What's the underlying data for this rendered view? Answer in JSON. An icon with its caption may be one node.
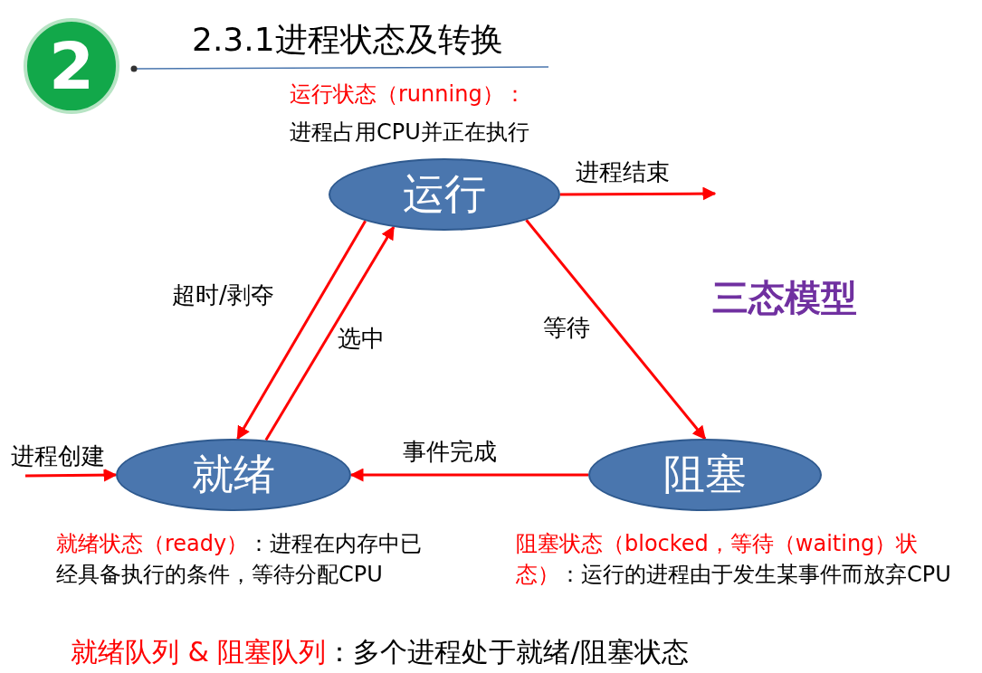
{
  "diagram": {
    "title": "2.3.1进程状态及转换",
    "nodes": [
      {
        "text": [
          "运行"
        ]
      },
      {
        "text": [
          "就绪"
        ]
      },
      {
        "text": [
          "阻塞"
        ]
      }
    ],
    "edges": [
      {
        "from": 0,
        "to": 1,
        "arrow": "to",
        "label": "超时/剥夺"
      },
      {
        "from": 1,
        "to": 0,
        "arrow": "to",
        "label": "选中"
      },
      {
        "from": 0,
        "to": 2,
        "arrow": "to",
        "label": "等待"
      },
      {
        "from": 2,
        "to": 1,
        "arrow": "to",
        "label": "事件完成"
      },
      {
        "from": 0,
        "to": null,
        "arrow": "to",
        "label": "进程结束"
      },
      {
        "from": null,
        "to": 1,
        "arrow": "to",
        "label": "进程创建"
      }
    ],
    "labels": [
      "2",
      "运行状态（running）：",
      "进程占用CPU并正在执行",
      "三态模型",
      "就绪状态（ready）",
      "：进程在内存中已经具备执行的条件，等待分配CPU",
      "阻塞状态（blocked，等待（waiting）状态）",
      "：运行的进程由于发生某事件而放弃CPU",
      "就绪队列 & 阻塞队列",
      "：多个进程处于就绪/阻塞状态"
    ]
  }
}
